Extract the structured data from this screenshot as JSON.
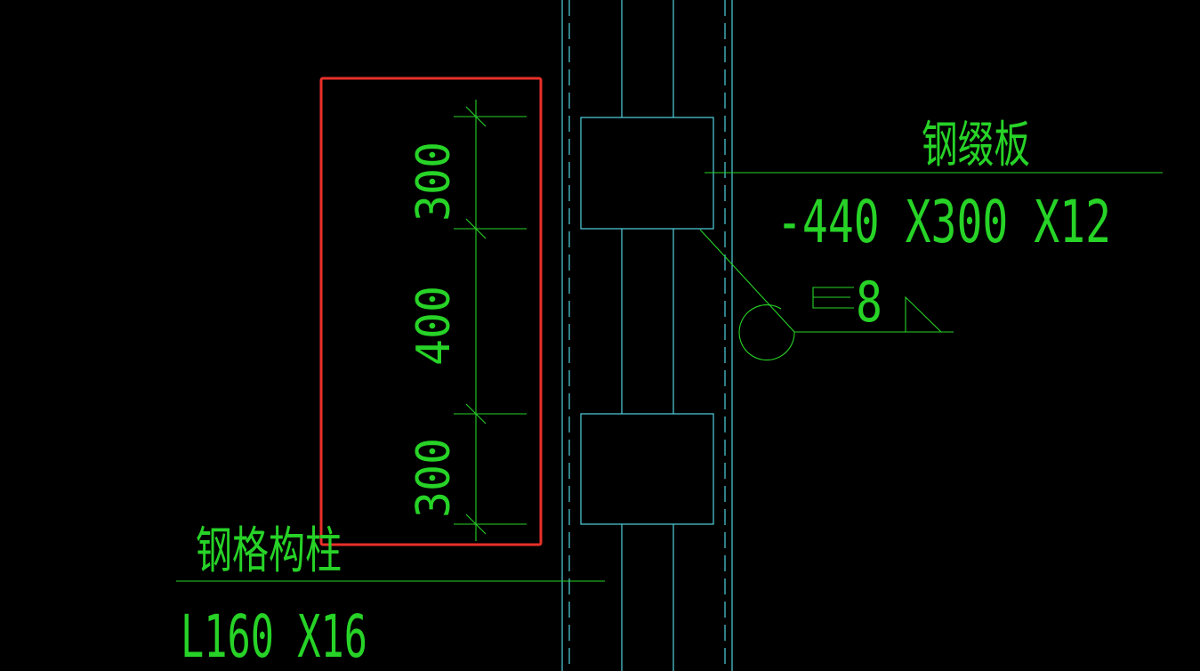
{
  "colors": {
    "background": "#000000",
    "dimension_green": "#27d327",
    "structure_cyan": "#4fd1e0",
    "highlight_red": "#e8302a"
  },
  "labels": {
    "plate_name": "钢缀板",
    "plate_spec": "-440 X300 X12",
    "weld_size": "8",
    "column_name": "钢格构柱",
    "column_spec": "L160 X16"
  },
  "dimensions": {
    "top": "300",
    "middle": "400",
    "bottom": "300"
  },
  "highlight": "red-rectangle-around-dimensions"
}
